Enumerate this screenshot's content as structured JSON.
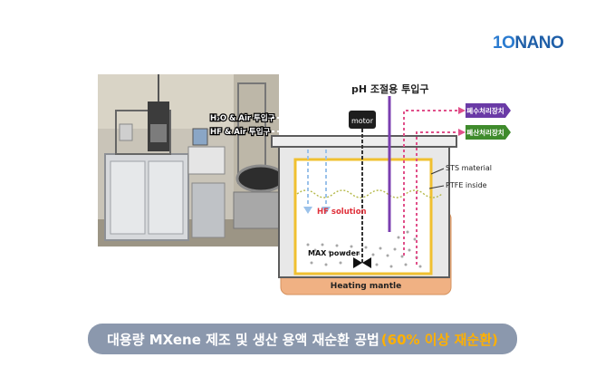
{
  "logo": {
    "text_a": "1O",
    "text_b": "NANO"
  },
  "photo_labels": {
    "h2o_air": "H₂O & Air 투입구",
    "hf_air": "HF & Air 투입구"
  },
  "diagram": {
    "ph_inlet": "pH 조절용 투입구",
    "motor": "motor",
    "hf_solution": "HF solution",
    "max_powder": "MAX powder",
    "heating_mantle": "Heating mantle",
    "sts_material": "STS material",
    "ptfe_inside": "PTFE inside",
    "waste_treatment_1": "폐수처리장치",
    "waste_treatment_2": "폐산처리장치"
  },
  "colors": {
    "purple_tag": "#6a3aa6",
    "green_tag": "#3f8b2c",
    "vessel_outer": "#e8e8e8",
    "vessel_yellow": "#f0c030",
    "mantle": "#f0b183",
    "pipe_pink": "#e0508a",
    "pipe_blue": "#9bc2ea",
    "ph_purple": "#7b3fb0",
    "caption_bg": "#8b98ad",
    "caption_highlight": "#ffb000"
  },
  "caption": {
    "main": "대용량 MXene 제조 및 생산 용액 재순환 공법",
    "highlight": "(60% 이상 재순환)"
  }
}
